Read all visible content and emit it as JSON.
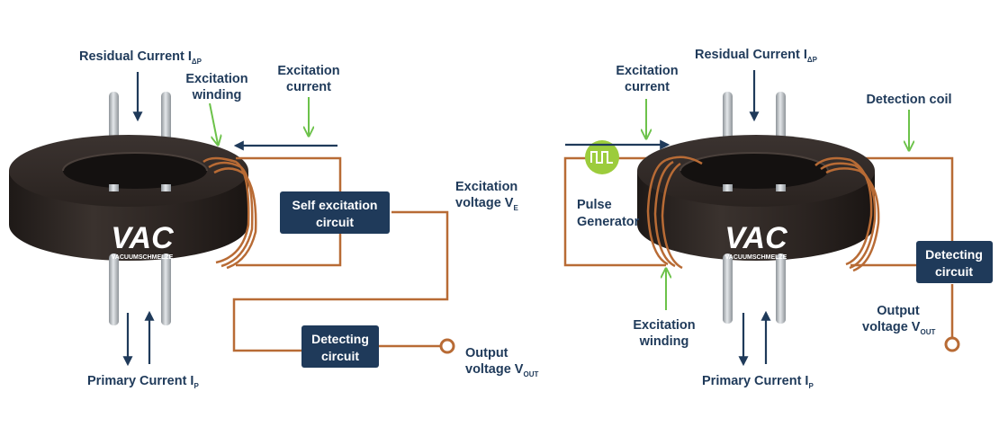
{
  "left": {
    "residual_current": {
      "text": "Residual Current I",
      "sub": "ΔP"
    },
    "excitation_winding": [
      "Excitation",
      "winding"
    ],
    "excitation_current": [
      "Excitation",
      "current"
    ],
    "self_excitation_circuit": [
      "Self excitation",
      "circuit"
    ],
    "excitation_voltage": {
      "line1": "Excitation",
      "line2": "voltage V",
      "sub": "E"
    },
    "detecting_circuit": [
      "Detecting",
      "circuit"
    ],
    "output_voltage": {
      "line1": "Output",
      "line2": "voltage V",
      "sub": "OUT"
    },
    "primary_current": {
      "text": "Primary Current I",
      "sub": "P"
    },
    "logo": {
      "mark": "VAC",
      "wordmark": "VACUUMSCHMELZE"
    }
  },
  "right": {
    "excitation_current": [
      "Excitation",
      "current"
    ],
    "residual_current": {
      "text": "Residual Current I",
      "sub": "ΔP"
    },
    "detection_coil": "Detection coil",
    "pulse_generator": [
      "Pulse",
      "Generator"
    ],
    "detecting_circuit": [
      "Detecting",
      "circuit"
    ],
    "output_voltage": {
      "line1": "Output",
      "line2": "voltage V",
      "sub": "OUT"
    },
    "excitation_winding": [
      "Excitation",
      "winding"
    ],
    "primary_current": {
      "text": "Primary Current I",
      "sub": "P"
    },
    "logo": {
      "mark": "VAC",
      "wordmark": "VACUUMSCHMELZE"
    }
  },
  "colors": {
    "navy": "#1f3a5a",
    "box": "#1f3a5a",
    "green_arrow": "#6cc24a",
    "copper": "#b86b35",
    "core": "#2e2724",
    "rod": "#bfc4c9",
    "pulse": "#9ccc3c"
  }
}
